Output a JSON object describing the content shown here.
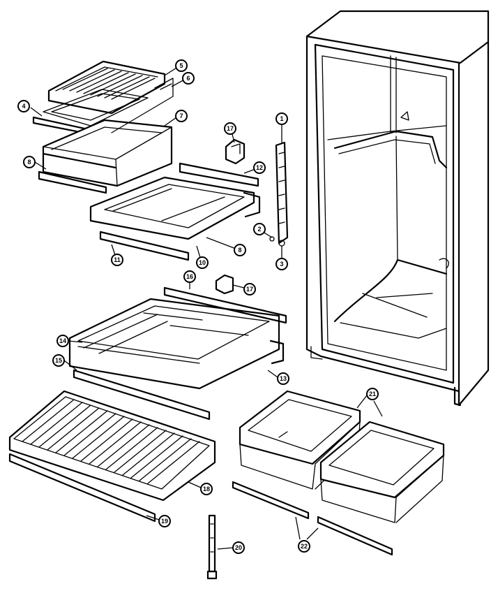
{
  "diagram": {
    "type": "exploded-parts-diagram",
    "callouts": [
      {
        "id": "c1",
        "label": "1"
      },
      {
        "id": "c2",
        "label": "2"
      },
      {
        "id": "c3",
        "label": "3"
      },
      {
        "id": "c4",
        "label": "4"
      },
      {
        "id": "c5",
        "label": "5"
      },
      {
        "id": "c6",
        "label": "6"
      },
      {
        "id": "c7",
        "label": "7"
      },
      {
        "id": "c8a",
        "label": "8"
      },
      {
        "id": "c8b",
        "label": "8"
      },
      {
        "id": "c10",
        "label": "10"
      },
      {
        "id": "c11",
        "label": "11"
      },
      {
        "id": "c12",
        "label": "12"
      },
      {
        "id": "c13",
        "label": "13"
      },
      {
        "id": "c14",
        "label": "14"
      },
      {
        "id": "c15",
        "label": "15"
      },
      {
        "id": "c16",
        "label": "16"
      },
      {
        "id": "c17a",
        "label": "17"
      },
      {
        "id": "c17b",
        "label": "17"
      },
      {
        "id": "c18",
        "label": "18"
      },
      {
        "id": "c19",
        "label": "19"
      },
      {
        "id": "c20",
        "label": "20"
      },
      {
        "id": "c21",
        "label": "21"
      },
      {
        "id": "c22",
        "label": "22"
      }
    ]
  }
}
